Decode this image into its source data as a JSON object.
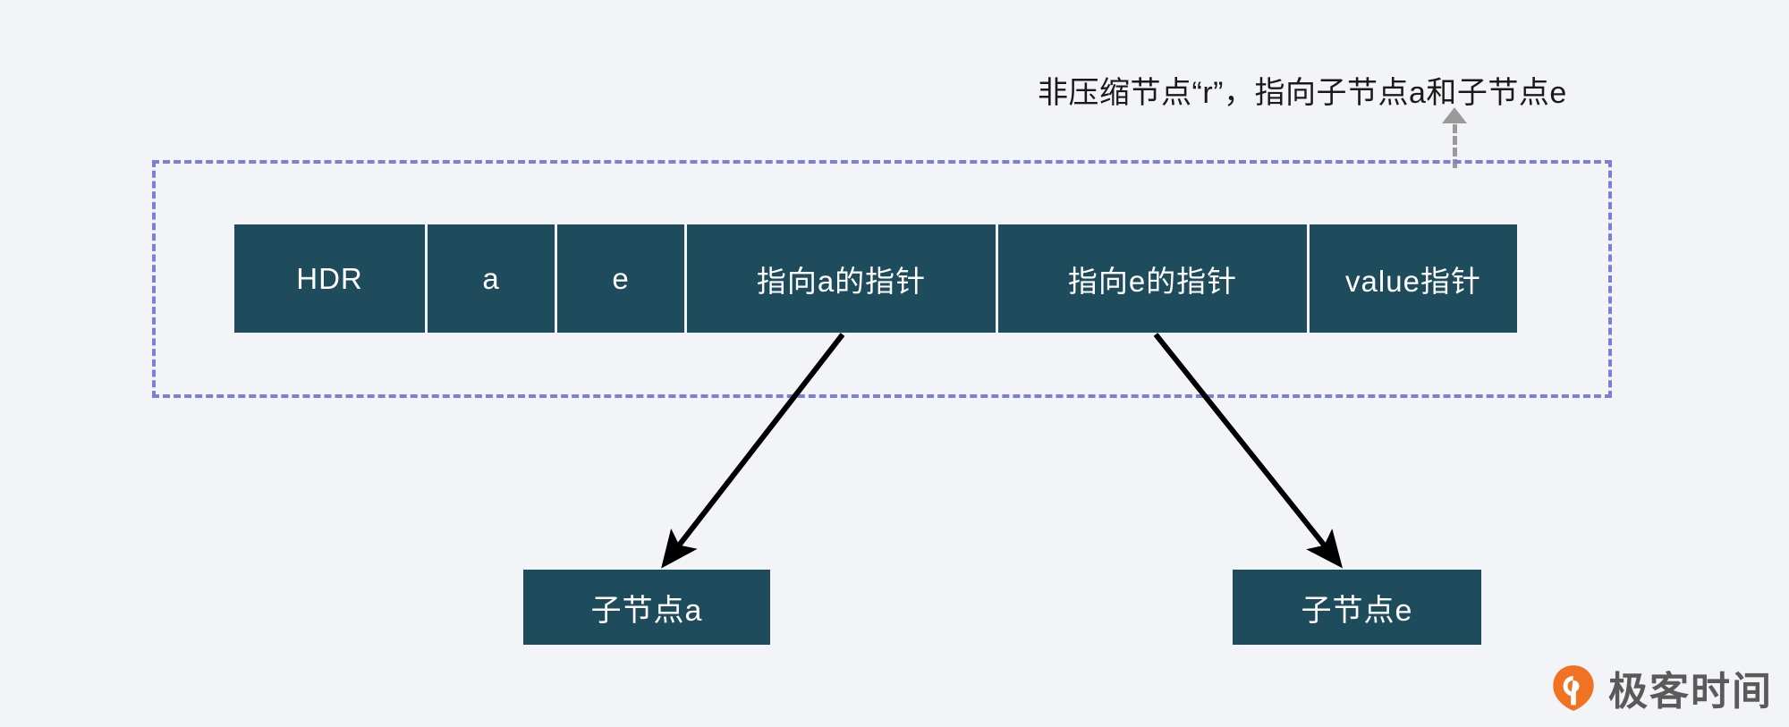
{
  "background_color": "#f2f4f7",
  "annotation": {
    "text": "非压缩节点“r”，指向子节点a和子节点e",
    "leader_color": "#9a9a9a"
  },
  "group": {
    "name": "uncompressed-node-r",
    "border_color": "#7b80d6",
    "border_style": "dashed"
  },
  "node_record": {
    "fill_color": "#1f4c5c",
    "text_color": "#ffffff",
    "cells": [
      {
        "label": "HDR",
        "role": "header"
      },
      {
        "label": "a",
        "role": "child-char"
      },
      {
        "label": "e",
        "role": "child-char"
      },
      {
        "label": "指向a的指针",
        "role": "child-pointer"
      },
      {
        "label": "指向e的指针",
        "role": "child-pointer"
      },
      {
        "label": "value指针",
        "role": "value-pointer"
      }
    ]
  },
  "children": [
    {
      "label": "子节点a",
      "from_cell": "指向a的指针"
    },
    {
      "label": "子节点e",
      "from_cell": "指向e的指针"
    }
  ],
  "connectors": {
    "color": "#000000",
    "arrows": [
      {
        "from": "指向a的指针",
        "to": "子节点a"
      },
      {
        "from": "指向e的指针",
        "to": "子节点e"
      }
    ]
  },
  "watermark": {
    "text": "极客时间",
    "mark_color": "#f07222",
    "text_color": "#5a5a5a"
  }
}
